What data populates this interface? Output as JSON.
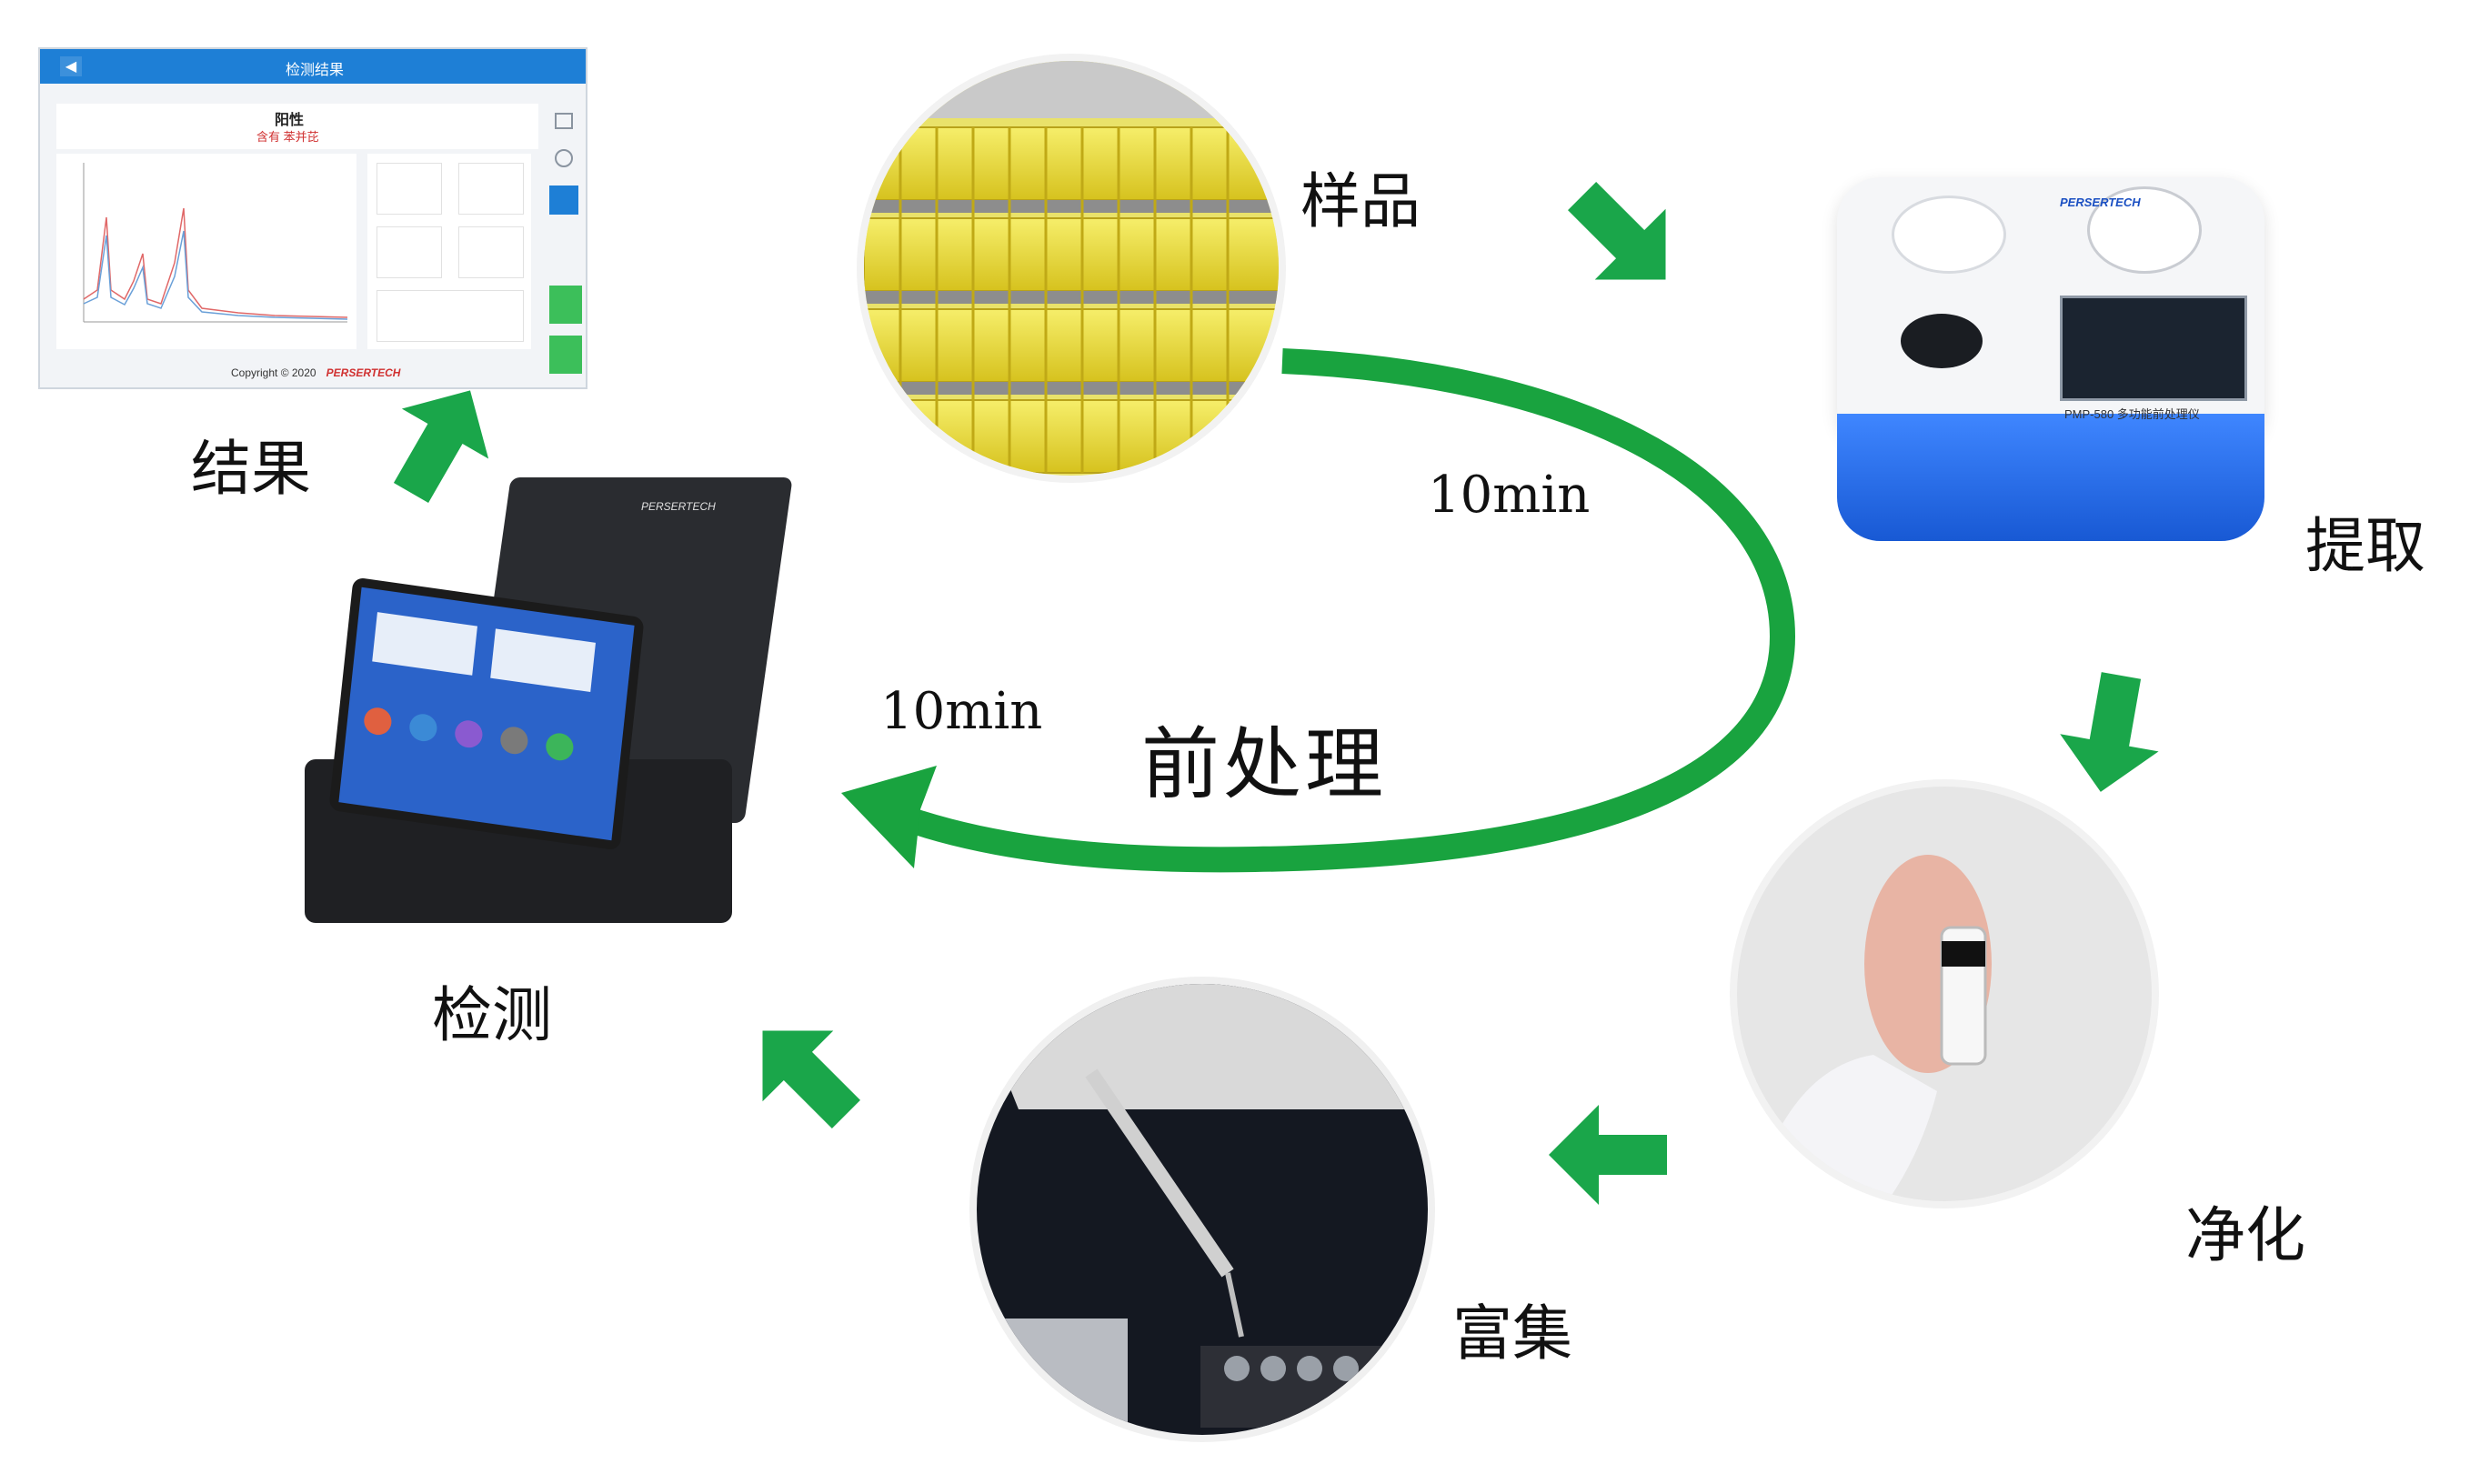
{
  "colors": {
    "arrow_green": "#1aa64a",
    "loop_green": "#19a33f",
    "screen_blue": "#1e7fd6",
    "device_blue": "#2a6fe0"
  },
  "steps": {
    "sample": "样品",
    "extract": "提取",
    "purify": "净化",
    "enrich": "富集",
    "detect": "检测",
    "result": "结果"
  },
  "loop": {
    "label": "前处理",
    "time_upper": "10min",
    "time_lower": "10min"
  },
  "result_screen": {
    "title": "检测结果",
    "status": "阳性",
    "detail": "含有 苯并芘",
    "copyright": "Copyright © 2020",
    "brand": "PERSERTECH"
  },
  "extractor": {
    "brand": "PERSERTECH",
    "model": "PMP-580 多功能前处理仪"
  },
  "detector": {
    "brand": "PERSERTECH"
  },
  "icons": [
    "back-icon",
    "menu-icon",
    "help-icon",
    "home-icon",
    "arrow-icon"
  ]
}
